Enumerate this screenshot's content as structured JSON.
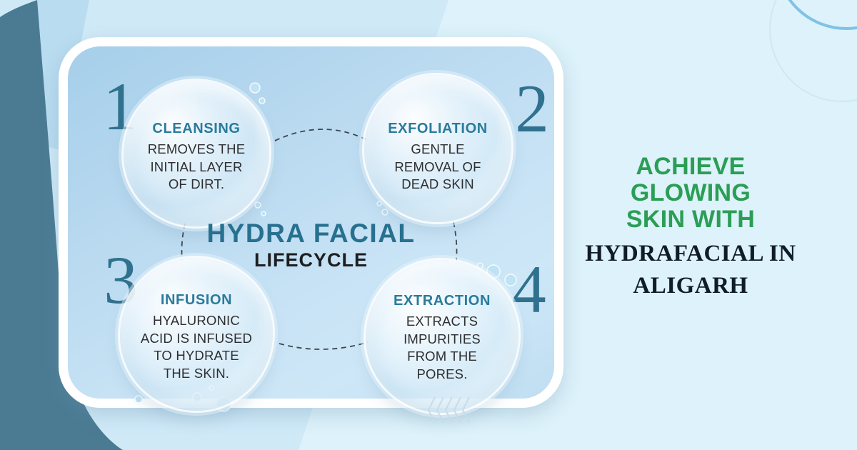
{
  "graphic": {
    "center_title": {
      "line1": "HYDRA FACIAL",
      "line2": "LIFECYCLE"
    },
    "steps": [
      {
        "number": "1",
        "title": "CLEANSING",
        "lines": [
          "REMOVES THE",
          "INITIAL LAYER",
          "OF DIRT."
        ]
      },
      {
        "number": "2",
        "title": "EXFOLIATION",
        "lines": [
          "GENTLE",
          "REMOVAL OF",
          "DEAD SKIN"
        ]
      },
      {
        "number": "3",
        "title": "INFUSION",
        "lines": [
          "HYALURONIC",
          "ACID IS INFUSED",
          "TO HYDRATE",
          "THE SKIN."
        ]
      },
      {
        "number": "4",
        "title": "EXTRACTION",
        "lines": [
          "EXTRACTS",
          "IMPURITIES",
          "FROM THE",
          "PORES."
        ]
      }
    ]
  },
  "headline": {
    "green_line1": "ACHIEVE GLOWING",
    "green_line2": "SKIN WITH",
    "dark_line1": "HYDRAFACIAL IN",
    "dark_line2": "ALIGARH"
  },
  "colors": {
    "background": "#ddf2fa",
    "band": "#cfe9f7",
    "corner_wedge": "#b9dcf0",
    "dark_teal_shape": "#4a7b93",
    "card_border": "#ffffff",
    "step_title_teal": "#2a7b9c",
    "center_title_teal": "#27708f",
    "number_teal": "#30718e",
    "headline_green": "#2b9e55",
    "headline_dark": "#111c29",
    "arc_blue": "#7fc2e6"
  }
}
